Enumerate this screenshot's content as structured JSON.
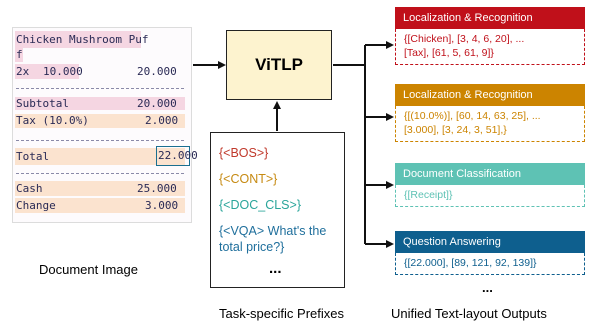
{
  "receipt": {
    "lines": [
      {
        "id": "item_name_1",
        "text": "Chicken Mushroom Puf"
      },
      {
        "id": "item_name_2",
        "text": "f"
      },
      {
        "id": "qty",
        "text": "2x"
      },
      {
        "id": "unit_price",
        "text": "10.000"
      },
      {
        "id": "item_total",
        "text": "20.000"
      },
      {
        "id": "subtotal_label",
        "text": "Subtotal"
      },
      {
        "id": "subtotal_value",
        "text": "20.000"
      },
      {
        "id": "tax_label",
        "text": "Tax (10.0%)"
      },
      {
        "id": "tax_value",
        "text": "2.000"
      },
      {
        "id": "total_label",
        "text": "Total"
      },
      {
        "id": "total_value",
        "text": "22.000"
      },
      {
        "id": "cash_label",
        "text": "Cash"
      },
      {
        "id": "cash_value",
        "text": "25.000"
      },
      {
        "id": "change_label",
        "text": "Change"
      },
      {
        "id": "change_value",
        "text": "3.000"
      }
    ]
  },
  "labels": {
    "document_image": "Document Image",
    "model": "ViTLP",
    "prefixes_caption": "Task-specific Prefixes",
    "outputs_caption": "Unified Text-layout Outputs",
    "outputs_ellipsis": "...",
    "prefix_ellipsis": "..."
  },
  "prefixes": [
    {
      "text": "{<BOS>}",
      "color": "#c0392b"
    },
    {
      "text": "{<CONT>}",
      "color": "#c68a12"
    },
    {
      "text": "{<DOC_CLS>}",
      "color": "#2aa59a"
    },
    {
      "text": "{<VQA> What's the",
      "color": "#1f6f9c"
    },
    {
      "text": "total price?}",
      "color": "#1f6f9c"
    }
  ],
  "outputs": [
    {
      "header": "Localization & Recognition",
      "color": "#c0101a",
      "lines": [
        "{[Chicken], [3, 4, 6, 20], ...",
        "[Tax], [61, 5, 61, 9]}"
      ]
    },
    {
      "header": "Localization & Recognition",
      "color": "#cc8400",
      "lines": [
        "{[(10.0%)], [60, 14, 63, 25], ...",
        "[3.000], [3, 24, 3, 51],}"
      ]
    },
    {
      "header": "Document Classification",
      "color": "#5ec2b4",
      "lines": [
        "{[Receipt]}"
      ]
    },
    {
      "header": "Question Answering",
      "color": "#0e5f8e",
      "lines": [
        "{[22.000], [89, 121, 92, 139]}"
      ]
    }
  ]
}
